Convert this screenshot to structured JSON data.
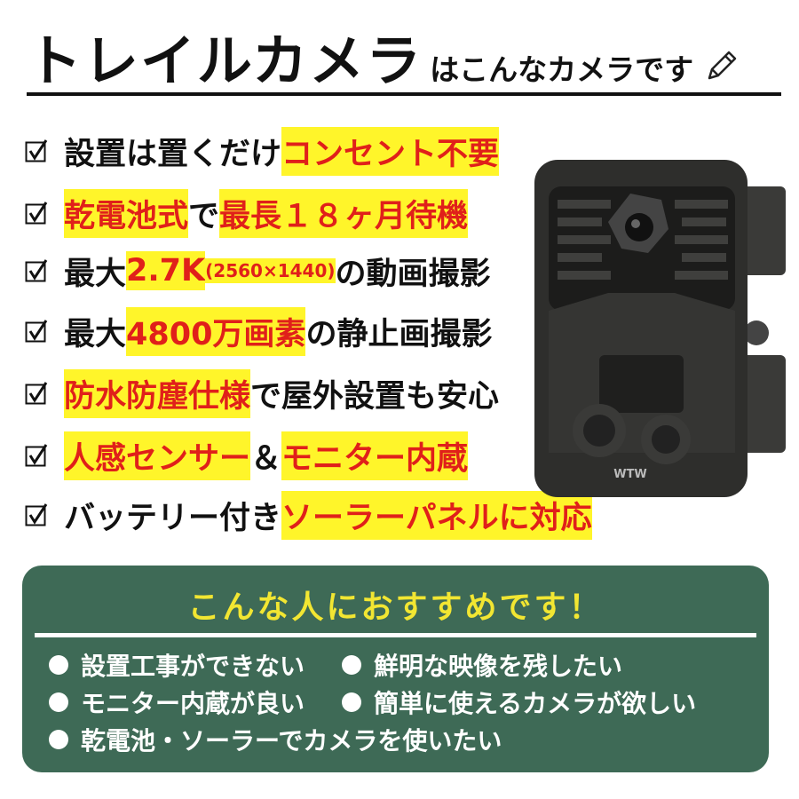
{
  "title": {
    "main": "トレイルカメラ",
    "sub": "はこんなカメラです"
  },
  "features": [
    [
      {
        "t": "設置は置くだけ"
      },
      {
        "t": "コンセント不要",
        "hl": true
      }
    ],
    [
      {
        "t": "乾電池式",
        "hl": true
      },
      {
        "t": "で"
      },
      {
        "t": "最長１８ヶ月待機",
        "hl": true
      }
    ],
    [
      {
        "t": "最大"
      },
      {
        "t": "2.7K",
        "hl": true
      },
      {
        "t": "(2560×1440)",
        "hl": true,
        "sm": true
      },
      {
        "t": "の動画撮影"
      }
    ],
    [
      {
        "t": "最大"
      },
      {
        "t": "4800万画素",
        "hl": true
      },
      {
        "t": " の静止画撮影"
      }
    ],
    [
      {
        "t": "防水防塵仕様",
        "hl": true
      },
      {
        "t": "で屋外設置も安心"
      }
    ],
    [
      {
        "t": "人感センサー",
        "hl": true
      },
      {
        "t": "＆"
      },
      {
        "t": "モニター内蔵",
        "hl": true
      }
    ],
    [
      {
        "t": "バッテリー付き"
      },
      {
        "t": "ソーラーパネルに対応",
        "hl": true
      }
    ]
  ],
  "camera": {
    "brand": "WTW"
  },
  "recommend": {
    "title": "こんな人におすすめです！",
    "items": [
      "設置工事ができない",
      "鮮明な映像を残したい",
      "モニター内蔵が良い",
      "簡単に使えるカメラが欲しい",
      "乾電池・ソーラーでカメラを使いたい"
    ]
  },
  "colors": {
    "highlight": "#fff52a",
    "highlight_text": "#e0201a",
    "panel": "#3e6a56",
    "panel_title": "#f2e632"
  }
}
